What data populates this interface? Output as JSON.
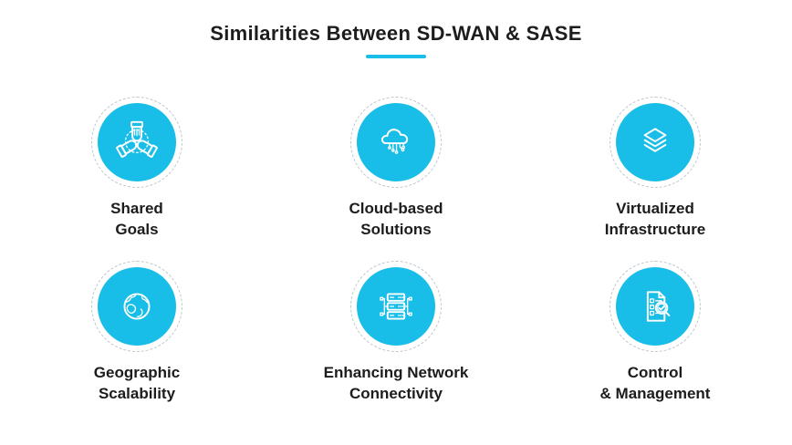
{
  "title": {
    "text": "Similarities Between SD-WAN & SASE"
  },
  "theme": {
    "accent_cyan": "#18bee7",
    "text_dark": "#1c1c1c",
    "ring_dashed_gray": "#bdc7cd",
    "icon_stroke_white": "#ffffff",
    "background": "#ffffff"
  },
  "items": [
    {
      "icon": "hands-together-icon",
      "label_line1": "Shared",
      "label_line2": "Goals"
    },
    {
      "icon": "cloud-circuit-icon",
      "label_line1": "Cloud-based",
      "label_line2": "Solutions"
    },
    {
      "icon": "stacked-layers-icon",
      "label_line1": "Virtualized",
      "label_line2": "Infrastructure"
    },
    {
      "icon": "globe-icon",
      "label_line1": "Geographic",
      "label_line2": "Scalability"
    },
    {
      "icon": "server-network-icon",
      "label_line1": "Enhancing Network",
      "label_line2": "Connectivity"
    },
    {
      "icon": "checklist-magnifier-icon",
      "label_line1": "Control",
      "label_line2": "& Management"
    }
  ]
}
